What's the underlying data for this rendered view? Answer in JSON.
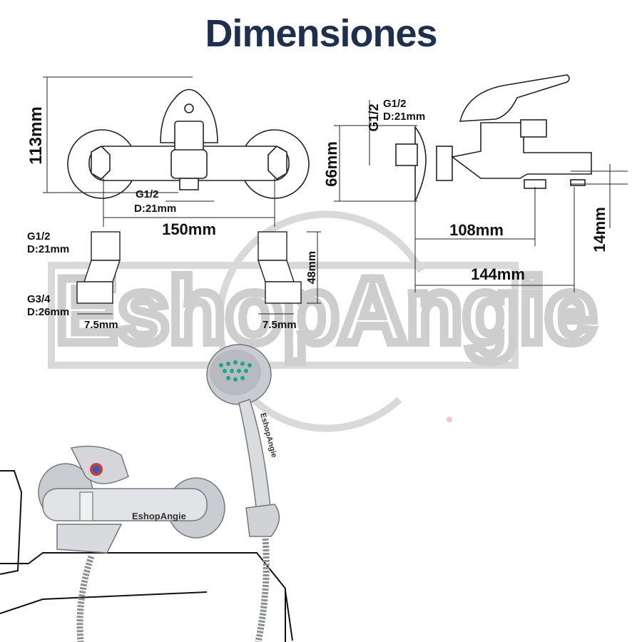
{
  "title": "Dimensiones",
  "watermark": "EshopAngie",
  "front_view": {
    "height": "113mm",
    "width": "150mm",
    "outlet_thread": "G1/2",
    "outlet_diameter": "D:21mm"
  },
  "side_view": {
    "inlet_thread": "G1/2",
    "inlet_diameter": "D:21mm",
    "inlet_thread_rotated": "G1/2",
    "height": "66mm",
    "spout_drop": "14mm",
    "depth_body": "108mm",
    "depth_total": "144mm"
  },
  "connectors": {
    "top_thread": "G1/2",
    "top_diameter": "D:21mm",
    "bottom_thread": "G3/4",
    "bottom_diameter": "D:26mm",
    "offset_left": "7.5mm",
    "offset_right": "7.5mm",
    "length": "48mm"
  },
  "product": {
    "faucet_brand": "EshopAngie",
    "handshower_brand": "EshopAngie"
  },
  "colors": {
    "title": "#1e2f4f",
    "watermark": "#c9c9c9",
    "line": "#222222",
    "nozzle": "#1aa58a"
  }
}
